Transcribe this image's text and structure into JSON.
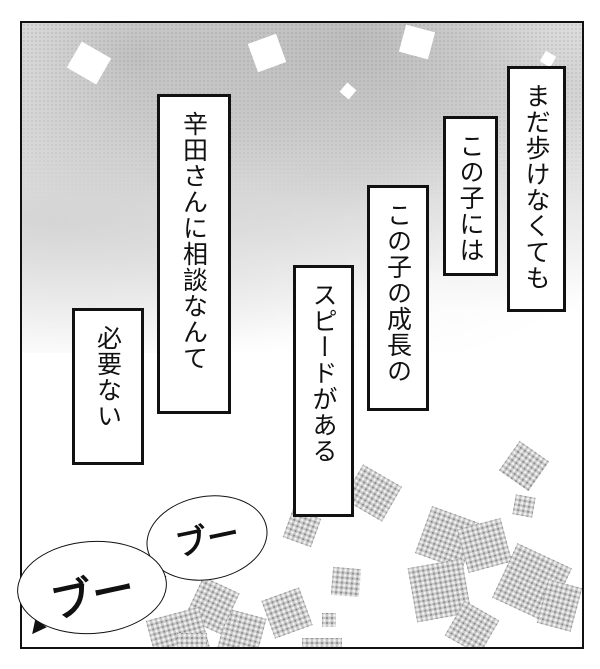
{
  "panel": {
    "captions": [
      {
        "id": "c1",
        "text": "まだ歩けなくても"
      },
      {
        "id": "c2",
        "text": "この子には"
      },
      {
        "id": "c3",
        "text": "この子の成長の"
      },
      {
        "id": "c4",
        "text": "スピードがある"
      },
      {
        "id": "c5",
        "text": "辛田さんに相談なんて"
      },
      {
        "id": "c6",
        "text": "必要ない"
      }
    ],
    "speech_bubbles": [
      {
        "id": "b1",
        "text": "ブー"
      },
      {
        "id": "b2",
        "text": "ブー"
      }
    ]
  },
  "colors": {
    "ink": "#111111",
    "tone": "#c8c8c8",
    "paper": "#ffffff"
  }
}
